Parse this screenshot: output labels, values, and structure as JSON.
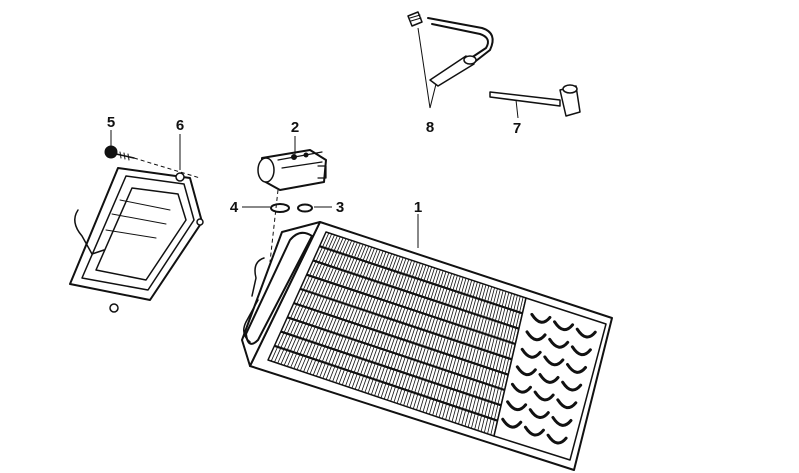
{
  "callouts": {
    "c1": "1",
    "c2": "2",
    "c3": "3",
    "c4": "4",
    "c5": "5",
    "c6": "6",
    "c7": "7",
    "c8": "8"
  },
  "colors": {
    "ink": "#111111",
    "paper": "#ffffff"
  }
}
